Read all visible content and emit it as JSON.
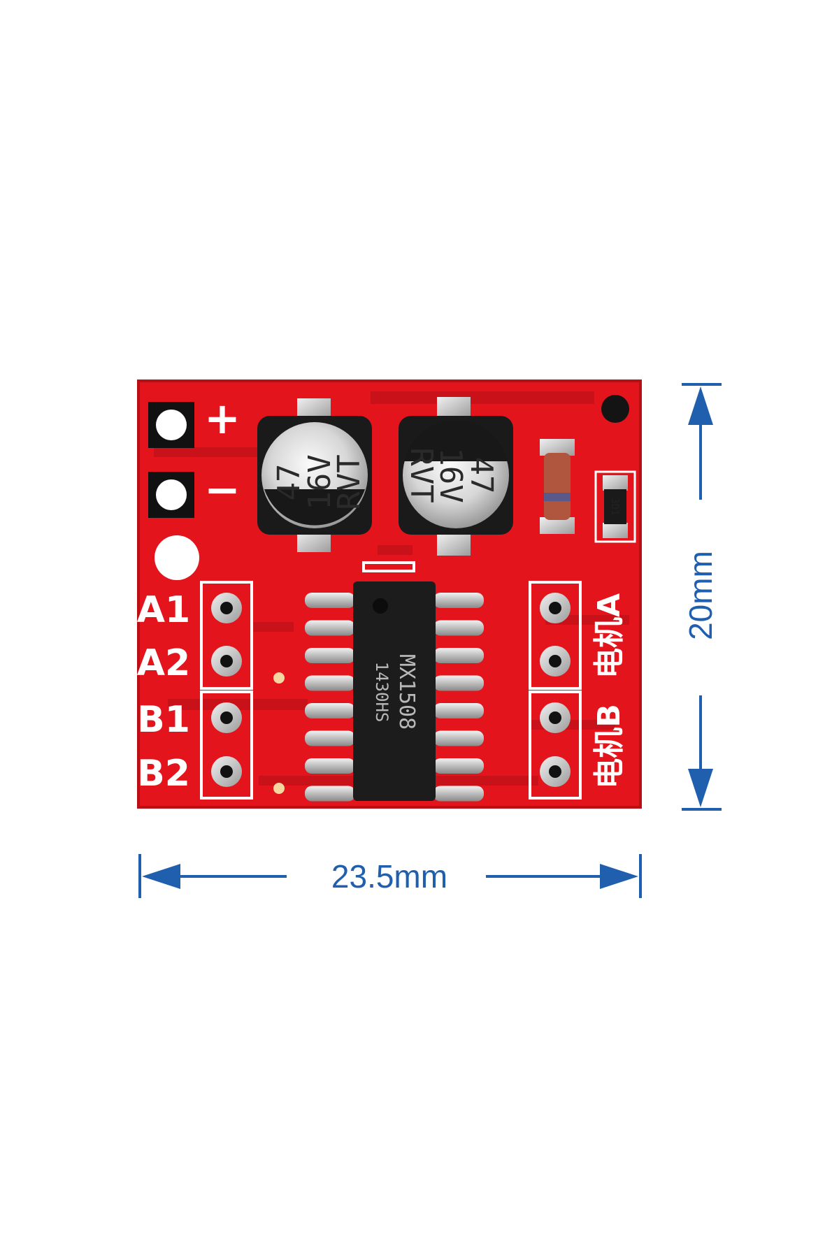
{
  "pcb": {
    "board_color": "#e3141b",
    "silk_color": "#ffffff",
    "power_labels": {
      "plus": "+",
      "minus": "−"
    },
    "input_labels": [
      "A1",
      "A2",
      "B1",
      "B2"
    ],
    "motor_labels": [
      "电机A",
      "电机B"
    ],
    "resistor_marking": "3D1"
  },
  "capacitors": [
    {
      "value": "47",
      "voltage": "16V",
      "series": "RVT"
    },
    {
      "value": "47",
      "voltage": "16V",
      "series": "RVT"
    }
  ],
  "chip": {
    "part": "MX1508",
    "code": "1430HS"
  },
  "dimensions": {
    "width_label": "23.5mm",
    "height_label": "20mm",
    "color": "#1f5fae"
  },
  "icons": [
    "arrow-left-icon",
    "arrow-right-icon",
    "arrow-up-icon",
    "arrow-down-icon"
  ]
}
